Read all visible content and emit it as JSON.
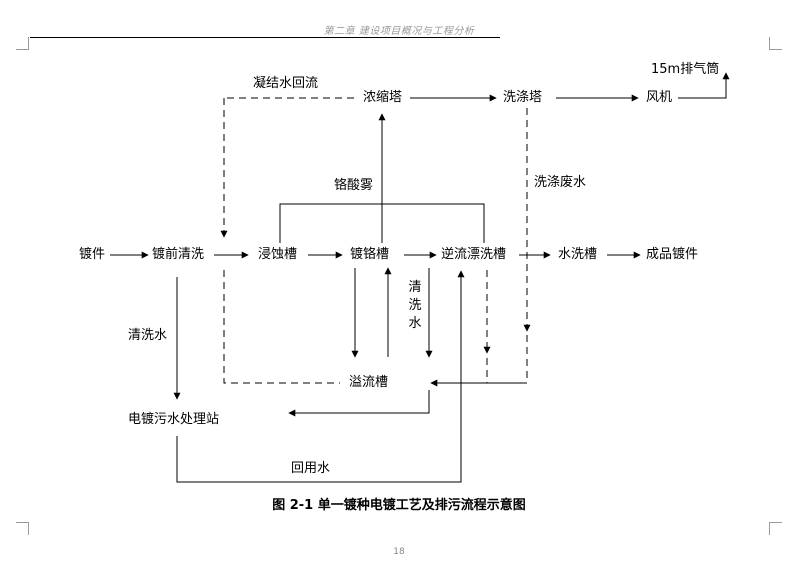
{
  "header": {
    "text": "第二章    建设项目概况与工程分析"
  },
  "nodes": {
    "plating_parts": "镀件",
    "pre_clean": "镀前清洗",
    "etch_tank": "浸蚀槽",
    "chrome_tank": "镀铬槽",
    "counterflow_rinse": "逆流漂洗槽",
    "water_wash": "水洗槽",
    "finished_parts": "成品镀件",
    "concentration_tower": "浓缩塔",
    "scrubber_tower": "洗涤塔",
    "fan": "风机",
    "stack": "15m排气筒",
    "overflow_tank": "溢流槽",
    "wwtp": "电镀污水处理站"
  },
  "labels": {
    "condensate_return": "凝结水回流",
    "chromic_mist": "铬酸雾",
    "scrubber_wastewater": "洗涤废水",
    "cleaning_water": "清洗水",
    "rinse_water": "清洗水",
    "reuse_water": "回用水"
  },
  "caption": "图 2-1   单一镀种电镀工艺及排污流程示意图",
  "page_number": "18"
}
